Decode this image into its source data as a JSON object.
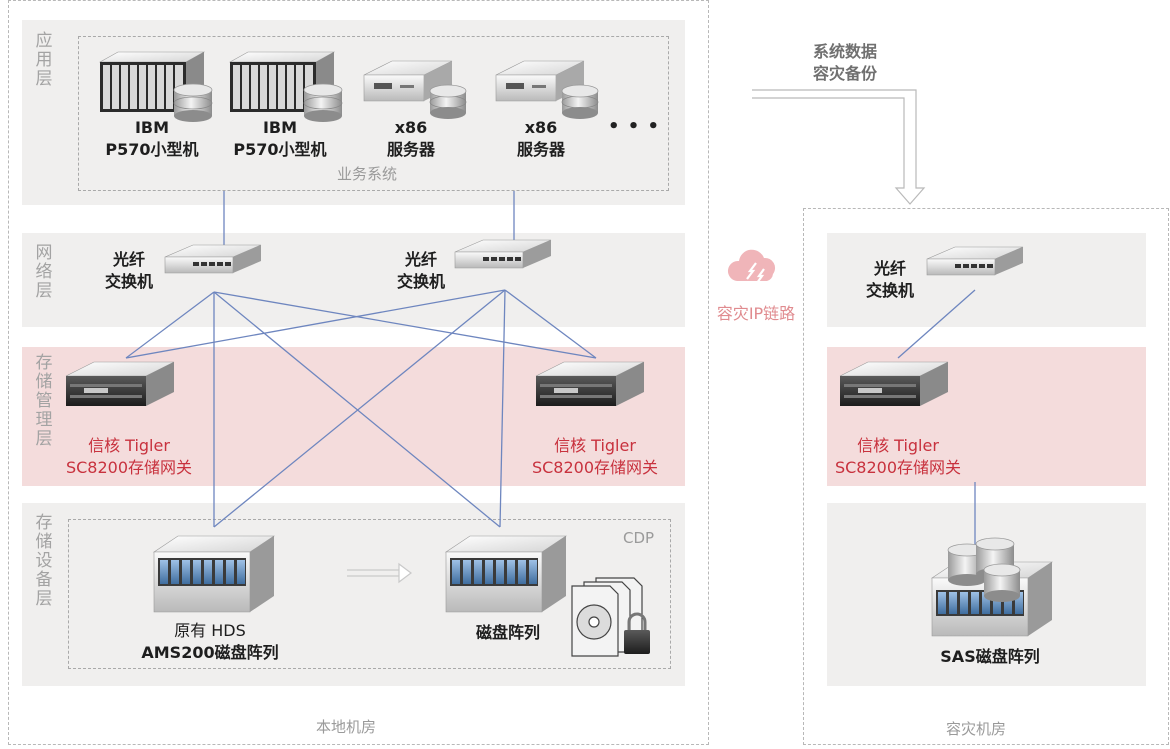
{
  "layers": {
    "app": "应用层",
    "network": "网络层",
    "storage_mgmt": "存储管理层",
    "storage_dev": "存储设备层"
  },
  "app_group_label": "业务系统",
  "cdp_label": "CDP",
  "ellipsis": "• • •",
  "app_devices": [
    {
      "line1": "IBM",
      "line2": "P570小型机"
    },
    {
      "line1": "IBM",
      "line2": "P570小型机"
    },
    {
      "line1": "x86",
      "line2": "服务器"
    },
    {
      "line1": "x86",
      "line2": "服务器"
    }
  ],
  "switches": [
    {
      "line1": "光纤",
      "line2": "交换机"
    },
    {
      "line1": "光纤",
      "line2": "交换机"
    }
  ],
  "gateways": [
    {
      "line1": "信核 Tigler",
      "line2": "SC8200存储网关"
    },
    {
      "line1": "信核 Tigler",
      "line2": "SC8200存储网关"
    }
  ],
  "storage": {
    "hds_line1": "原有 HDS",
    "hds_line2": "AMS200磁盘阵列",
    "array": "磁盘阵列"
  },
  "dr": {
    "backup_line1": "系统数据",
    "backup_line2": "容灾备份",
    "link_label": "容灾IP链路",
    "switch_line1": "光纤",
    "switch_line2": "交换机",
    "gateway_line1": "信核 Tigler",
    "gateway_line2": "SC8200存储网关",
    "sas_label": "SAS磁盘阵列"
  },
  "rooms": {
    "local": "本地机房",
    "dr": "容灾机房"
  },
  "colors": {
    "link_line": "#6e86bf",
    "accent_red": "#c8323e",
    "band": "#f0efee",
    "pink_band": "#f4dcdc"
  }
}
